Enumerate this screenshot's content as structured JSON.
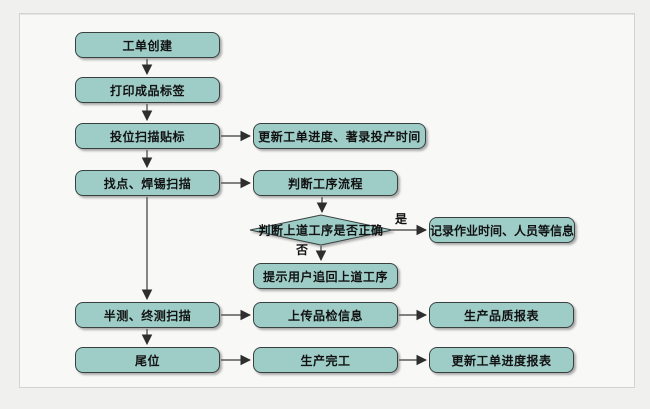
{
  "diagram": {
    "title": "production work-order flowchart",
    "nodes": {
      "create": {
        "label": "工单创建"
      },
      "print_label": {
        "label": "打印成品标签"
      },
      "slot_scan": {
        "label": "投位扫描贴标"
      },
      "update_progress": {
        "label": "更新工单进度、著录投产时间"
      },
      "solder_scan": {
        "label": "找点、焊锡扫描"
      },
      "judge_process": {
        "label": "判断工序流程"
      },
      "judge_prev": {
        "label": "判断上道工序是否正确"
      },
      "record_info": {
        "label": "记录作业时间、人员等信息"
      },
      "prompt_recall": {
        "label": "提示用户追回上道工序"
      },
      "test_scan": {
        "label": "半测、终测扫描"
      },
      "upload_qc": {
        "label": "上传品检信息"
      },
      "qc_report": {
        "label": "生产品质报表"
      },
      "tail": {
        "label": "尾位"
      },
      "complete": {
        "label": "生产完工"
      },
      "progress_report": {
        "label": "更新工单进度报表"
      }
    },
    "edge_labels": {
      "yes": "是",
      "no": "否"
    },
    "colors": {
      "node_fill": "#9ecdc8",
      "node_border": "#38413f",
      "arrow": "#3a3a3a",
      "page_bg": "#f8f8f7",
      "canvas_bg": "#f0f0ef",
      "page_border": "#d3d3d2",
      "shadow": "#696969"
    }
  }
}
